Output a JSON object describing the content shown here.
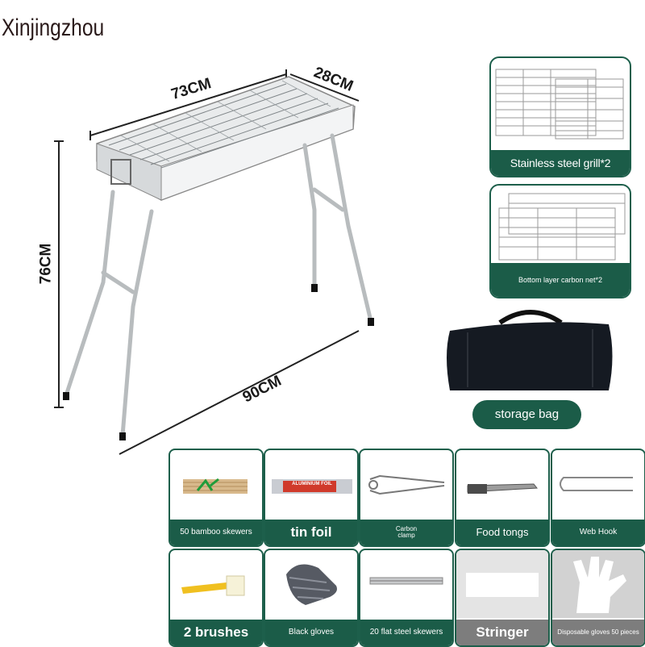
{
  "brand": "Xinjingzhou",
  "dimensions": {
    "length": "73CM",
    "width": "28CM",
    "height": "76CM",
    "diagonal": "90CM"
  },
  "accessories_side": [
    {
      "label": "Stainless steel grill*2",
      "icon": "grill-grates-icon"
    },
    {
      "label": "Bottom layer carbon net*2",
      "icon": "carbon-net-icon"
    }
  ],
  "storage_bag": {
    "label": "storage bag",
    "icon": "storage-bag-icon"
  },
  "accessories": [
    {
      "label": "50 bamboo skewers",
      "icon": "bamboo-skewers-icon"
    },
    {
      "label": "tin foil",
      "icon": "tin-foil-icon",
      "package_text": "ALUMINIUM FOIL"
    },
    {
      "label": "Carbon clamp",
      "icon": "carbon-clamp-icon"
    },
    {
      "label": "Food tongs",
      "icon": "food-tongs-icon"
    },
    {
      "label": "Web Hook",
      "icon": "web-hook-icon"
    },
    {
      "label": "2 brushes",
      "icon": "brush-icon"
    },
    {
      "label": "Black gloves",
      "icon": "gloves-icon"
    },
    {
      "label": "20 flat steel skewers",
      "icon": "flat-skewers-icon"
    },
    {
      "label": "Stringer",
      "icon": "stringer-icon"
    },
    {
      "label": "Disposable gloves 50 pieces",
      "icon": "disposable-gloves-icon"
    }
  ],
  "colors": {
    "accent": "#1b5c48",
    "grey_band": "#7d7d7d"
  }
}
